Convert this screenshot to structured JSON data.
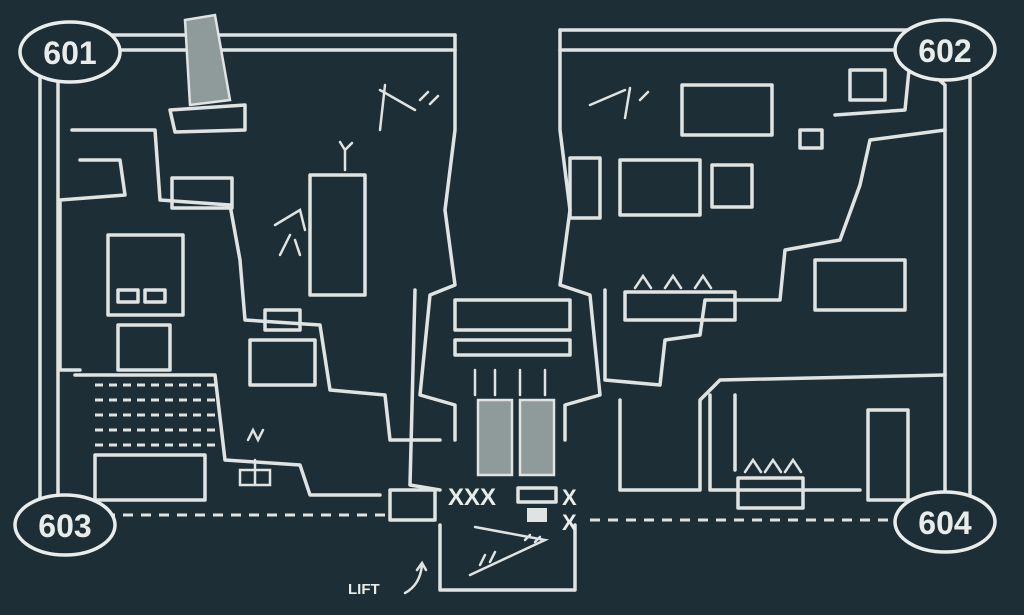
{
  "rooms": {
    "top_left": "601",
    "top_right": "602",
    "bottom_left": "603",
    "bottom_right": "604"
  },
  "lift_label": "LIFT",
  "markers": {
    "xxx": "XXX",
    "x_top": "X",
    "x_bottom": "X"
  },
  "colors": {
    "background": "#1e2e37",
    "line": "#dfe3e2",
    "fill_gray": "#8f9a9a"
  }
}
